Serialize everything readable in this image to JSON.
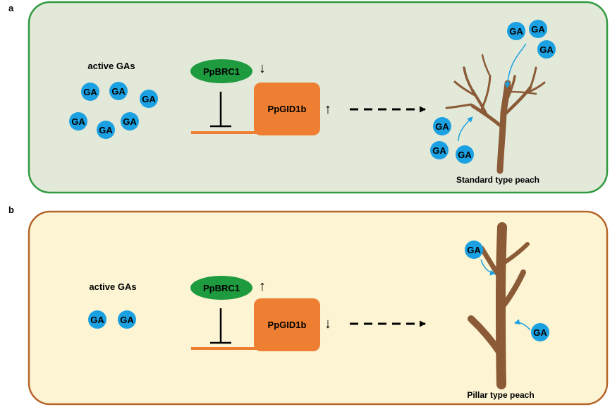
{
  "panels": [
    {
      "letter": "a",
      "bg_color": "#e2e9d9",
      "border_color": "#2f9a3f",
      "active_label": "active GAs",
      "active_ga_count": 6,
      "brc1_label": "PpBRC1",
      "brc1_trend": "↓",
      "gid1b_label": "PpGID1b",
      "gid1b_trend": "↑",
      "tree_label": "Standard type peach",
      "tree_type": "standard"
    },
    {
      "letter": "b",
      "bg_color": "#fcf4d2",
      "border_color": "#b5642a",
      "active_label": "active GAs",
      "active_ga_count": 2,
      "brc1_label": "PpBRC1",
      "brc1_trend": "↑",
      "gid1b_label": "PpGID1b",
      "gid1b_trend": "↓",
      "tree_label": "Pillar type peach",
      "tree_type": "pillar"
    }
  ],
  "ga_label": "GA",
  "colors": {
    "ga_fill": "#1ba1e2",
    "brc1_fill": "#1e9a3f",
    "gid1b_fill": "#ee7f32",
    "dna_line": "#ee7f32",
    "tree_brown": "#8b5a36",
    "ga_arrow": "#1ba1e2"
  }
}
